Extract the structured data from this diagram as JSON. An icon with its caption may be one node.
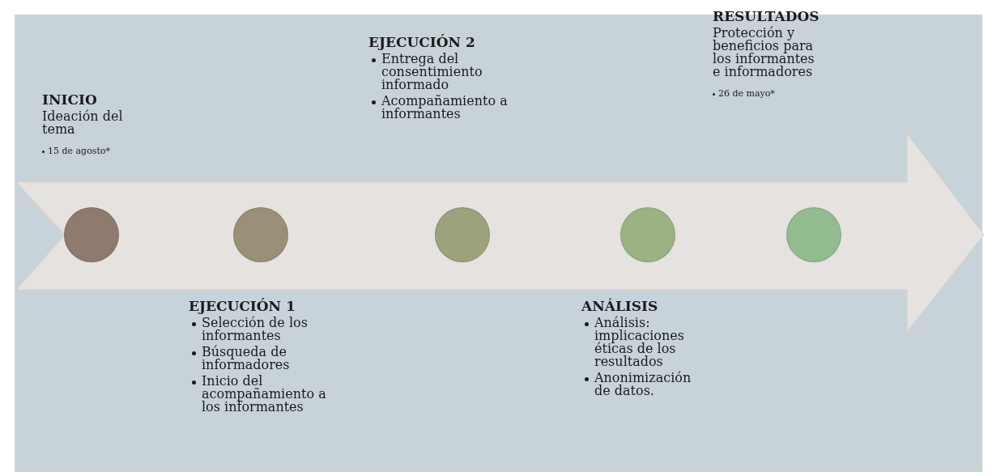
{
  "diagram": {
    "nodes": [
      {
        "text": [],
        "shape": "arrow"
      },
      {
        "text": [],
        "shape": "circle",
        "in": 0,
        "beside": [
          "INICIO",
          "Ideación del tema",
          "15 de agosto*"
        ]
      },
      {
        "text": [],
        "shape": "circle",
        "in": 0,
        "beside": [
          "EJECUCIÓN 1",
          "Selección de los informantes",
          "Búsqueda de informadores",
          "Inicio del acompañamiento a los informantes"
        ]
      },
      {
        "text": [],
        "shape": "circle",
        "in": 0,
        "beside": [
          "EJECUCIÓN 2",
          "Entrega del consentimiento informado",
          "Acompañamiento a informantes"
        ]
      },
      {
        "text": [],
        "shape": "circle",
        "in": 0,
        "beside": [
          "ANÁLISIS",
          "Análisis: implicaciones éticas de los resultados",
          "Anonimización de datos."
        ]
      },
      {
        "text": [],
        "shape": "circle",
        "in": 0,
        "beside": [
          "RESULTADOS",
          "Protección y beneficios para los informantes e informadores",
          "26 de mayo*"
        ]
      }
    ],
    "edges": []
  }
}
